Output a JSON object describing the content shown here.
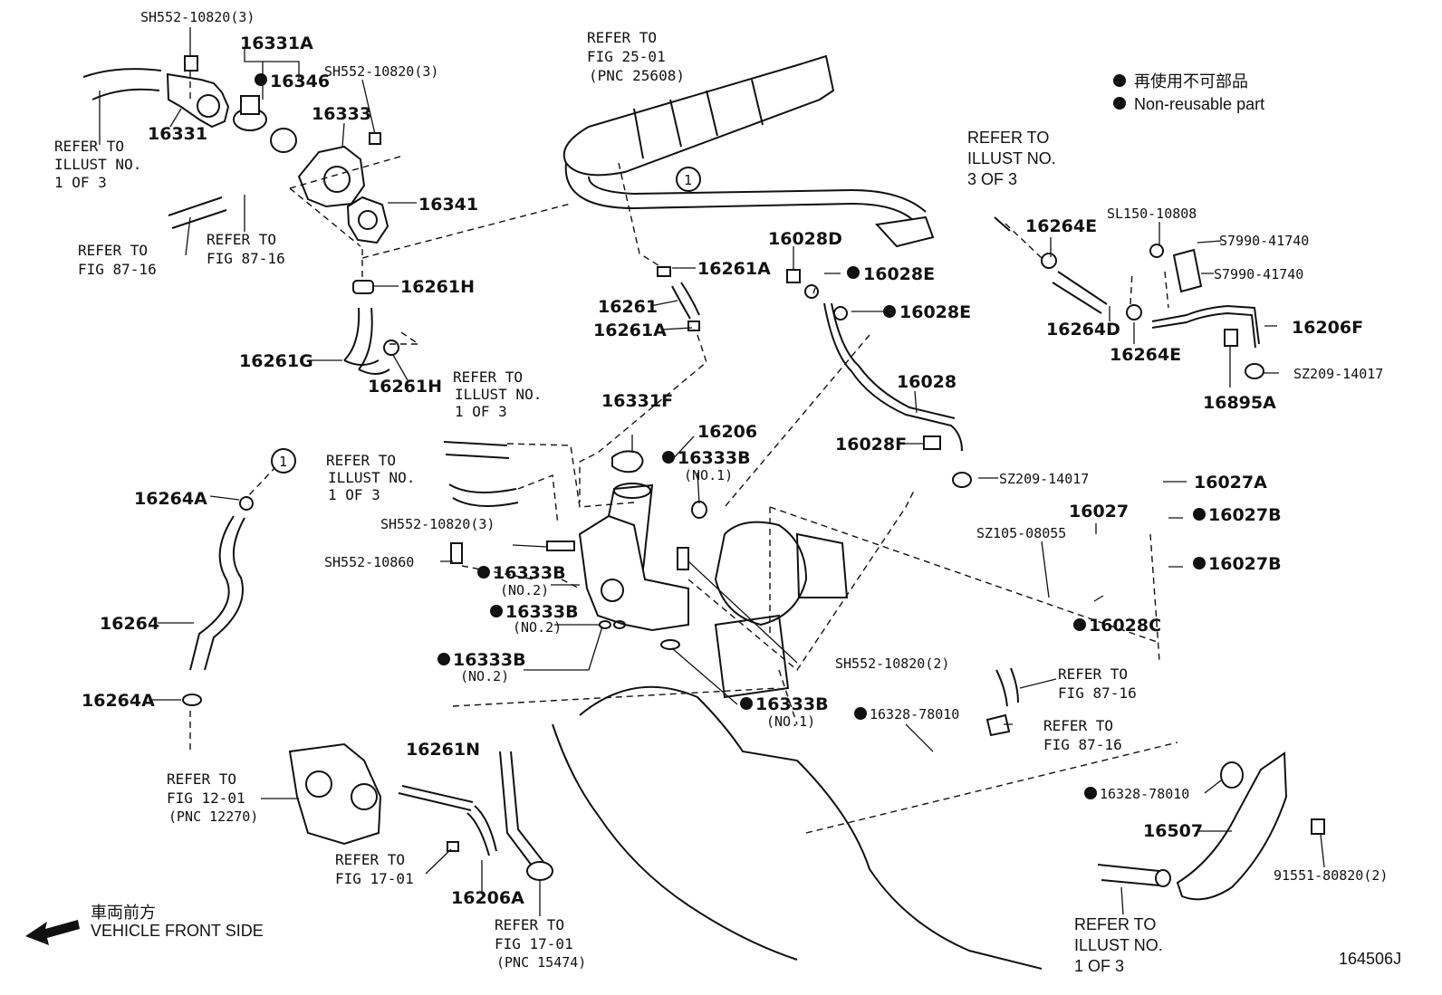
{
  "legend": {
    "jp": "再使用不可部品",
    "en": "Non-reusable part"
  },
  "front": {
    "jp": "車両前方",
    "en": "VEHICLE FRONT SIDE"
  },
  "diagram_id": "164506J",
  "callout_1": "1",
  "labels": {
    "sh552_3_top": "SH552-10820(3)",
    "p16331A": "16331A",
    "p16346": "16346",
    "sh552_3_mid": "SH552-10820(3)",
    "p16331": "16331",
    "p16333": "16333",
    "p16341": "16341",
    "p16261H_a": "16261H",
    "p16261G": "16261G",
    "p16261H_b": "16261H",
    "p16261A_a": "16261A",
    "p16261": "16261",
    "p16261A_b": "16261A",
    "p16028D": "16028D",
    "p16028E_a": "16028E",
    "p16028E_b": "16028E",
    "p16028": "16028",
    "p16028F": "16028F",
    "sz209_a": "SZ209-14017",
    "p16264E_a": "16264E",
    "sl150": "SL150-10808",
    "s7990_a": "S7990-41740",
    "s7990_b": "S7990-41740",
    "p16264D": "16264D",
    "p16264E_b": "16264E",
    "p16206F": "16206F",
    "sz209_b": "SZ209-14017",
    "p16895A": "16895A",
    "p16331F": "16331F",
    "p16206": "16206",
    "p16333B_a": "16333B",
    "no1_a": "(NO.1)",
    "sh552_3_low": "SH552-10820(3)",
    "sh552_10860": "SH552-10860",
    "p16333B_b": "16333B",
    "no2_b": "(NO.2)",
    "p16333B_c": "16333B",
    "no2_c": "(NO.2)",
    "p16333B_d": "16333B",
    "no2_d": "(NO.2)",
    "sh552_2": "SH552-10820(2)",
    "p16333B_e": "16333B",
    "no1_e": "(NO.1)",
    "p16027A": "16027A",
    "p16027": "16027",
    "p16027B_a": "16027B",
    "sz105": "SZ105-08055",
    "p16027B_b": "16027B",
    "p16028C": "16028C",
    "p16264A_a": "16264A",
    "p16264": "16264",
    "p16264A_b": "16264A",
    "p16261N": "16261N",
    "p16206A": "16206A",
    "p16328_a": "16328-78010",
    "p16328_b": "16328-78010",
    "p16507": "16507",
    "p91551": "91551-80820(2)"
  },
  "refers": {
    "ill_1of3_a": [
      "REFER TO",
      "ILLUST NO.",
      "1 OF 3"
    ],
    "fig8716_a": [
      "REFER TO",
      "FIG 87-16"
    ],
    "fig8716_b": [
      "REFER TO",
      "FIG 87-16"
    ],
    "fig2501": [
      "REFER TO",
      "FIG 25-01",
      "(PNC 25608)"
    ],
    "ill_3of3": [
      "REFER TO",
      "ILLUST NO.",
      "3 OF 3"
    ],
    "ill_1of3_b": [
      "REFER TO",
      "ILLUST NO.",
      "1 OF 3"
    ],
    "ill_1of3_c": [
      "REFER TO",
      "ILLUST NO.",
      "1 OF 3"
    ],
    "fig8716_c": [
      "REFER TO",
      "FIG 87-16"
    ],
    "fig8716_d": [
      "REFER TO",
      "FIG 87-16"
    ],
    "fig1201": [
      "REFER TO",
      "FIG 12-01",
      "(PNC 12270)"
    ],
    "fig1701_a": [
      "REFER TO",
      "FIG 17-01"
    ],
    "fig1701_b": [
      "REFER TO",
      "FIG 17-01",
      "(PNC 15474)"
    ],
    "ill_1of3_d": [
      "REFER TO",
      "ILLUST NO.",
      "1 OF 3"
    ]
  }
}
